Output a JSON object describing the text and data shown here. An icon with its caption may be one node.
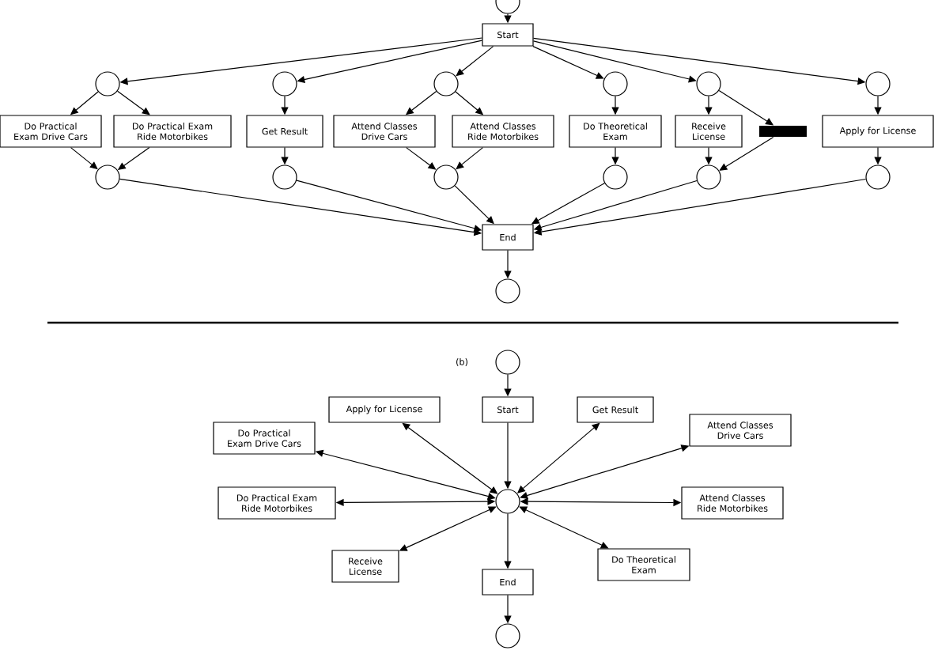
{
  "diagram": {
    "nodes": [
      {
        "text": [],
        "shape": "circle"
      },
      {
        "text": [
          "Start"
        ]
      },
      {
        "text": [],
        "shape": "circle"
      },
      {
        "text": [],
        "shape": "circle"
      },
      {
        "text": [],
        "shape": "circle"
      },
      {
        "text": [],
        "shape": "circle"
      },
      {
        "text": [],
        "shape": "circle"
      },
      {
        "text": [],
        "shape": "circle"
      },
      {
        "text": [
          "Do Practical Exam Drive Cars"
        ]
      },
      {
        "text": [
          "Do Practical Exam Ride Motorbikes"
        ]
      },
      {
        "text": [
          "Get Result"
        ]
      },
      {
        "text": [
          "Attend Classes Drive Cars"
        ]
      },
      {
        "text": [
          "Attend Classes Ride Motorbikes"
        ]
      },
      {
        "text": [
          "Do Theoretical Exam"
        ]
      },
      {
        "text": [
          "Receive License"
        ]
      },
      {
        "text": [],
        "shape": "bar"
      },
      {
        "text": [
          "Apply for License"
        ]
      },
      {
        "text": [],
        "shape": "circle"
      },
      {
        "text": [],
        "shape": "circle"
      },
      {
        "text": [],
        "shape": "circle"
      },
      {
        "text": [],
        "shape": "circle"
      },
      {
        "text": [],
        "shape": "circle"
      },
      {
        "text": [],
        "shape": "circle"
      },
      {
        "text": [
          "End"
        ]
      },
      {
        "text": [],
        "shape": "circle"
      },
      {
        "text": [],
        "shape": "circle"
      },
      {
        "text": [
          "Start"
        ]
      },
      {
        "text": [
          "Apply for License"
        ]
      },
      {
        "text": [
          "Get Result"
        ]
      },
      {
        "text": [
          "Do Practical Exam Drive Cars"
        ]
      },
      {
        "text": [
          "Attend Classes Drive Cars"
        ]
      },
      {
        "text": [],
        "shape": "circle"
      },
      {
        "text": [
          "Do Practical Exam Ride Motorbikes"
        ]
      },
      {
        "text": [
          "Attend Classes Ride Motorbikes"
        ]
      },
      {
        "text": [
          "Receive License"
        ]
      },
      {
        "text": [
          "Do Theoretical Exam"
        ]
      },
      {
        "text": [
          "End"
        ]
      },
      {
        "text": [],
        "shape": "circle"
      }
    ],
    "edges": [
      {
        "from": 0,
        "to": 1,
        "arrow": "to"
      },
      {
        "from": 1,
        "to": 2,
        "arrow": "to"
      },
      {
        "from": 1,
        "to": 3,
        "arrow": "to"
      },
      {
        "from": 1,
        "to": 4,
        "arrow": "to"
      },
      {
        "from": 1,
        "to": 5,
        "arrow": "to"
      },
      {
        "from": 1,
        "to": 6,
        "arrow": "to"
      },
      {
        "from": 1,
        "to": 7,
        "arrow": "to"
      },
      {
        "from": 2,
        "to": 8,
        "arrow": "to"
      },
      {
        "from": 2,
        "to": 9,
        "arrow": "to"
      },
      {
        "from": 3,
        "to": 10,
        "arrow": "to"
      },
      {
        "from": 4,
        "to": 11,
        "arrow": "to"
      },
      {
        "from": 4,
        "to": 12,
        "arrow": "to"
      },
      {
        "from": 5,
        "to": 13,
        "arrow": "to"
      },
      {
        "from": 6,
        "to": 14,
        "arrow": "to"
      },
      {
        "from": 6,
        "to": 15,
        "arrow": "to"
      },
      {
        "from": 7,
        "to": 16,
        "arrow": "to"
      },
      {
        "from": 8,
        "to": 17,
        "arrow": "to"
      },
      {
        "from": 9,
        "to": 17,
        "arrow": "to"
      },
      {
        "from": 10,
        "to": 18,
        "arrow": "to"
      },
      {
        "from": 11,
        "to": 19,
        "arrow": "to"
      },
      {
        "from": 12,
        "to": 19,
        "arrow": "to"
      },
      {
        "from": 13,
        "to": 20,
        "arrow": "to"
      },
      {
        "from": 14,
        "to": 21,
        "arrow": "to"
      },
      {
        "from": 15,
        "to": 21,
        "arrow": "to"
      },
      {
        "from": 16,
        "to": 22,
        "arrow": "to"
      },
      {
        "from": 17,
        "to": 23,
        "arrow": "to"
      },
      {
        "from": 18,
        "to": 23,
        "arrow": "to"
      },
      {
        "from": 19,
        "to": 23,
        "arrow": "to"
      },
      {
        "from": 20,
        "to": 23,
        "arrow": "to"
      },
      {
        "from": 21,
        "to": 23,
        "arrow": "to"
      },
      {
        "from": 22,
        "to": 23,
        "arrow": "to"
      },
      {
        "from": 23,
        "to": 24,
        "arrow": "to"
      },
      {
        "from": 25,
        "to": 26,
        "arrow": "to"
      },
      {
        "from": 26,
        "to": 31,
        "arrow": "to"
      },
      {
        "from": 31,
        "to": 27,
        "arrow": "both"
      },
      {
        "from": 31,
        "to": 28,
        "arrow": "both"
      },
      {
        "from": 31,
        "to": 29,
        "arrow": "both"
      },
      {
        "from": 31,
        "to": 30,
        "arrow": "both"
      },
      {
        "from": 31,
        "to": 32,
        "arrow": "both"
      },
      {
        "from": 31,
        "to": 33,
        "arrow": "both"
      },
      {
        "from": 31,
        "to": 34,
        "arrow": "both"
      },
      {
        "from": 31,
        "to": 35,
        "arrow": "both"
      },
      {
        "from": 31,
        "to": 36,
        "arrow": "to"
      },
      {
        "from": 36,
        "to": 37,
        "arrow": "to"
      }
    ],
    "labels": [
      "(b)"
    ]
  }
}
